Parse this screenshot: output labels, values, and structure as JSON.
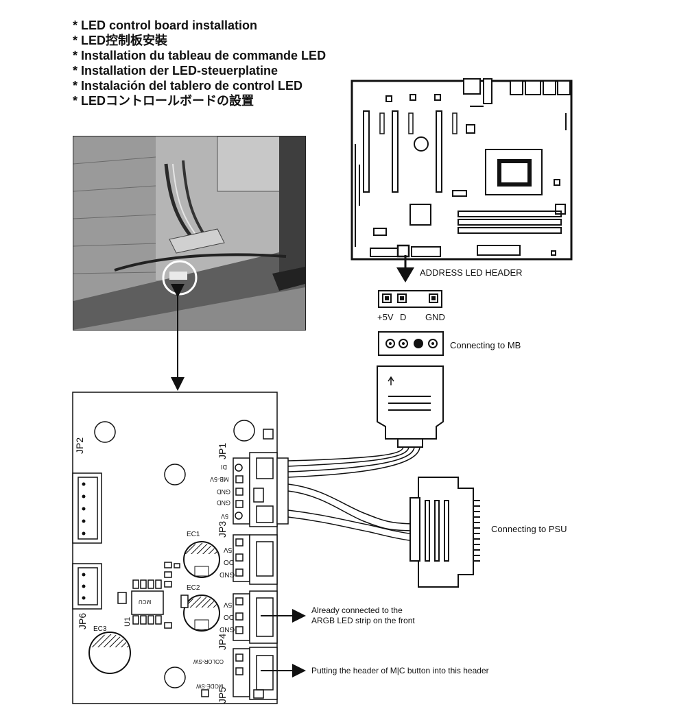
{
  "titles": [
    "* LED control board installation",
    "* LED控制板安裝",
    "* Installation du tableau de commande LED",
    "* Installation der LED-steuerplatine",
    "* Instalación del tablero de control LED",
    "* LEDコントロールボードの設置"
  ],
  "labels": {
    "address_led_header": "ADDRESS LED HEADER",
    "connecting_mb": "Connecting to MB",
    "connecting_psu": "Connecting to PSU",
    "already_connected_line1": "Already connected to the",
    "already_connected_line2": "ARGB LED strip on the front",
    "putting_header": "Putting the header of M|C button into this header"
  },
  "header_pins": [
    "+5V",
    "D",
    "GND"
  ],
  "board": {
    "jp1": "JP1",
    "jp2": "JP2",
    "jp3": "JP3",
    "jp4": "JP4",
    "jp5": "JP5",
    "jp6": "JP6",
    "ec1": "EC1",
    "ec2": "EC2",
    "ec3": "EC3",
    "u1": "U1",
    "mcu": "MCU",
    "jp1_pins": [
      "DI",
      "MB-5V",
      "GND",
      "GND",
      "5V"
    ],
    "jp3_pins": [
      "5V",
      "DO",
      "GND"
    ],
    "jp4_pins": [
      "5V",
      "DO",
      "GND"
    ],
    "color_sw": "COLOR-SW",
    "mode_sw": "MODE-SW"
  }
}
